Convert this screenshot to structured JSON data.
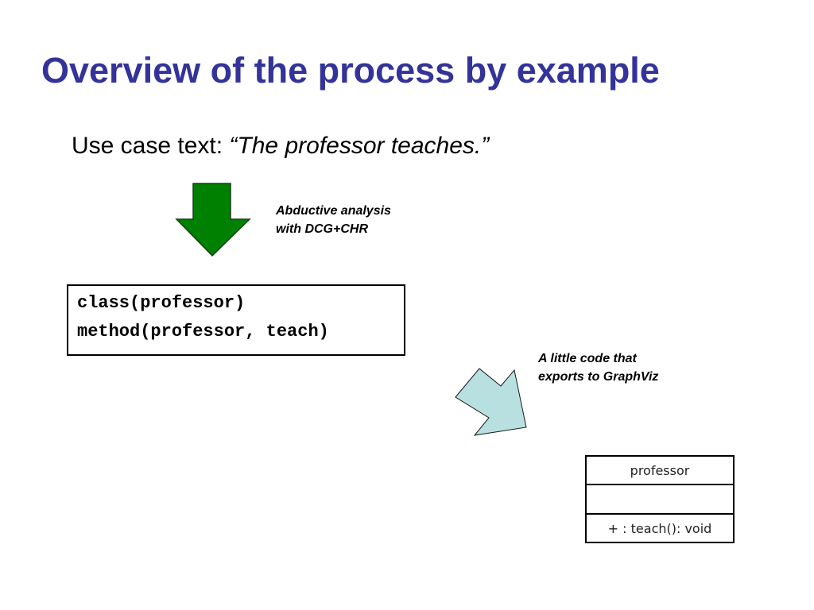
{
  "slide": {
    "title": "Overview of the process by example",
    "usecase_prefix": "Use case text: ",
    "usecase_quote": "“The professor teaches.”"
  },
  "annotations": {
    "abductive_line1": "Abductive analysis",
    "abductive_line2": "with DCG+CHR",
    "export_line1": "A little code that",
    "export_line2": "exports to GraphViz"
  },
  "code": {
    "lines": [
      "class(professor)",
      "method(professor, teach)"
    ]
  },
  "uml": {
    "class_name": "professor",
    "method": "+ : teach(): void"
  },
  "icons": {
    "down_arrow": "green-down-arrow-icon",
    "diagonal_arrow": "light-blue-diagonal-arrow-icon"
  },
  "colors": {
    "title": "#333399",
    "down_arrow_fill": "#008000",
    "diagonal_arrow_fill": "#b8e0e0"
  }
}
